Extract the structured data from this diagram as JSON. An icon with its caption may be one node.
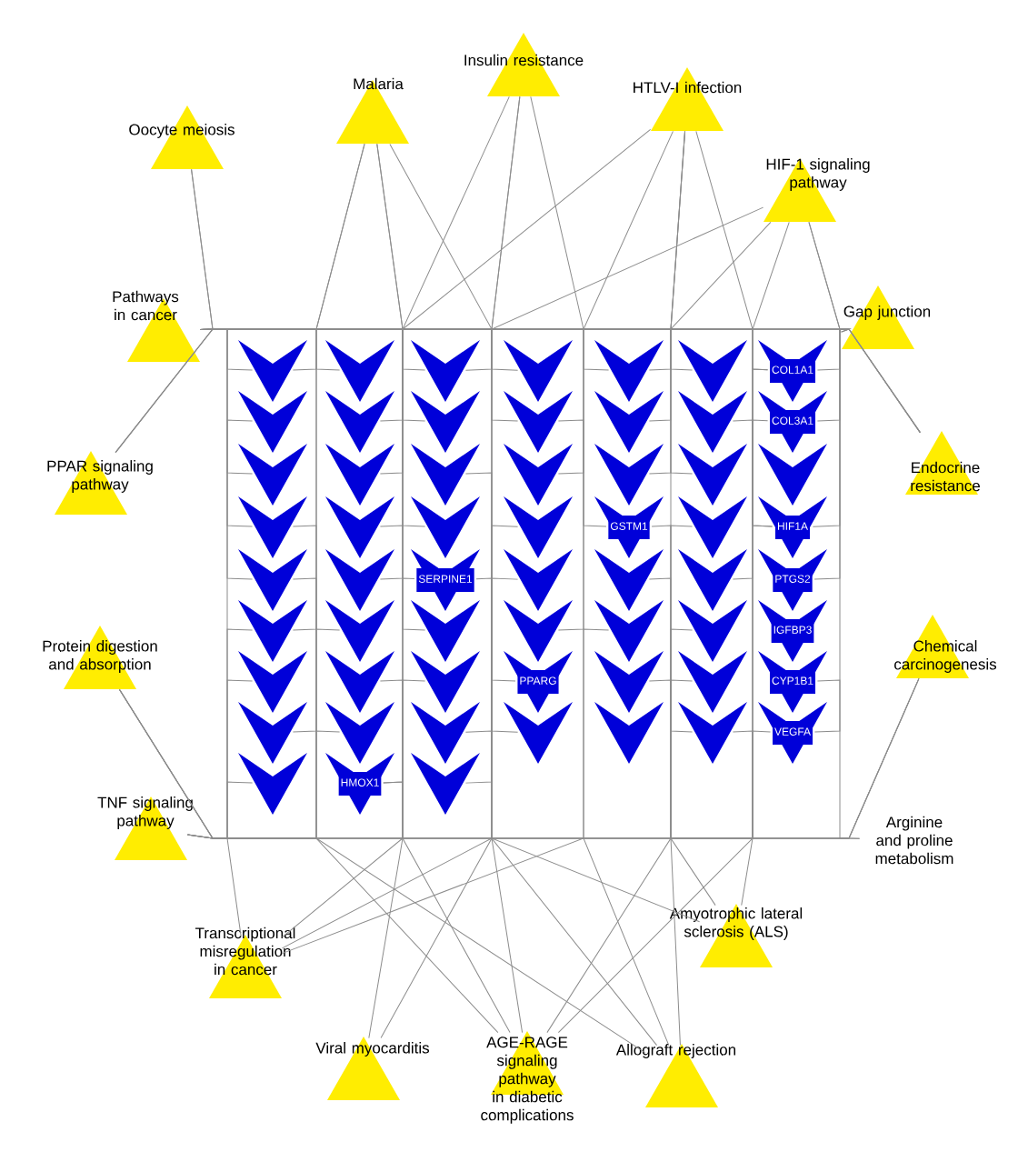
{
  "diagram": {
    "nodes": [
      {
        "text": [
          "Malaria"
        ]
      },
      {
        "text": [
          "Insulin resistance"
        ]
      },
      {
        "text": [
          "HTLV-I infection"
        ]
      },
      {
        "text": [
          "HIF-1 signaling pathway"
        ]
      },
      {
        "text": [
          "Oocyte meiosis"
        ]
      },
      {
        "text": [
          "Pathways in cancer"
        ]
      },
      {
        "text": [
          "Gap junction"
        ]
      },
      {
        "text": [
          "PPAR signaling pathway"
        ]
      },
      {
        "text": [
          "Endocrine resistance"
        ]
      },
      {
        "text": [
          "Protein digestion and absorption"
        ]
      },
      {
        "text": [
          "Chemical carcinogenesis"
        ]
      },
      {
        "text": [
          "TNF signaling pathway"
        ]
      },
      {
        "text": [
          "Arginine and proline metabolism"
        ]
      },
      {
        "text": [
          "Transcriptional misregulation in cancer"
        ]
      },
      {
        "text": [
          "Amyotrophic lateral sclerosis (ALS)"
        ]
      },
      {
        "text": [
          "Viral myocarditis"
        ]
      },
      {
        "text": [
          "AGE-RAGE signaling pathway in diabetic complications"
        ]
      },
      {
        "text": [
          "Allograft rejection"
        ]
      },
      {
        "text": [],
        "shape": "chevron"
      },
      {
        "text": [],
        "shape": "chevron"
      },
      {
        "text": [],
        "shape": "chevron"
      },
      {
        "text": [],
        "shape": "chevron"
      },
      {
        "text": [],
        "shape": "chevron"
      },
      {
        "text": [],
        "shape": "chevron"
      },
      {
        "text": [
          "COL1A1"
        ]
      },
      {
        "text": [],
        "shape": "chevron"
      },
      {
        "text": [],
        "shape": "chevron"
      },
      {
        "text": [],
        "shape": "chevron"
      },
      {
        "text": [],
        "shape": "chevron"
      },
      {
        "text": [],
        "shape": "chevron"
      },
      {
        "text": [],
        "shape": "chevron"
      },
      {
        "text": [
          "COL3A1"
        ]
      },
      {
        "text": [],
        "shape": "chevron"
      },
      {
        "text": [],
        "shape": "chevron"
      },
      {
        "text": [],
        "shape": "chevron"
      },
      {
        "text": [],
        "shape": "chevron"
      },
      {
        "text": [],
        "shape": "chevron"
      },
      {
        "text": [],
        "shape": "chevron"
      },
      {
        "text": [],
        "shape": "chevron"
      },
      {
        "text": [],
        "shape": "chevron"
      },
      {
        "text": [],
        "shape": "chevron"
      },
      {
        "text": [],
        "shape": "chevron"
      },
      {
        "text": [],
        "shape": "chevron"
      },
      {
        "text": [
          "GSTM1"
        ]
      },
      {
        "text": [],
        "shape": "chevron"
      },
      {
        "text": [
          "HIF1A"
        ]
      },
      {
        "text": [],
        "shape": "chevron"
      },
      {
        "text": [],
        "shape": "chevron"
      },
      {
        "text": [
          "SERPINE1"
        ]
      },
      {
        "text": [],
        "shape": "chevron"
      },
      {
        "text": [],
        "shape": "chevron"
      },
      {
        "text": [],
        "shape": "chevron"
      },
      {
        "text": [
          "PTGS2"
        ]
      },
      {
        "text": [],
        "shape": "chevron"
      },
      {
        "text": [],
        "shape": "chevron"
      },
      {
        "text": [],
        "shape": "chevron"
      },
      {
        "text": [],
        "shape": "chevron"
      },
      {
        "text": [],
        "shape": "chevron"
      },
      {
        "text": [],
        "shape": "chevron"
      },
      {
        "text": [
          "IGFBP3"
        ]
      },
      {
        "text": [],
        "shape": "chevron"
      },
      {
        "text": [],
        "shape": "chevron"
      },
      {
        "text": [],
        "shape": "chevron"
      },
      {
        "text": [
          "PPARG"
        ]
      },
      {
        "text": [],
        "shape": "chevron"
      },
      {
        "text": [],
        "shape": "chevron"
      },
      {
        "text": [
          "CYP1B1"
        ]
      },
      {
        "text": [],
        "shape": "chevron"
      },
      {
        "text": [],
        "shape": "chevron"
      },
      {
        "text": [],
        "shape": "chevron"
      },
      {
        "text": [],
        "shape": "chevron"
      },
      {
        "text": [],
        "shape": "chevron"
      },
      {
        "text": [],
        "shape": "chevron"
      },
      {
        "text": [
          "VEGFA"
        ]
      },
      {
        "text": [],
        "shape": "chevron"
      },
      {
        "text": [
          "HMOX1"
        ]
      },
      {
        "text": [],
        "shape": "chevron"
      }
    ],
    "edges": [
      {
        "from": 0,
        "to": 18,
        "arrow": "none"
      },
      {
        "from": 0,
        "to": 33,
        "arrow": "none"
      },
      {
        "from": 0,
        "to": 55,
        "arrow": "none"
      },
      {
        "from": 0,
        "to": 28,
        "arrow": "none"
      },
      {
        "from": 0,
        "to": 67,
        "arrow": "none"
      },
      {
        "from": 1,
        "to": 20,
        "arrow": "none"
      },
      {
        "from": 1,
        "to": 43,
        "arrow": "none"
      },
      {
        "from": 1,
        "to": 70,
        "arrow": "none"
      },
      {
        "from": 1,
        "to": 75,
        "arrow": "none"
      },
      {
        "from": 2,
        "to": 22,
        "arrow": "none"
      },
      {
        "from": 2,
        "to": 37,
        "arrow": "none"
      },
      {
        "from": 2,
        "to": 45,
        "arrow": "none"
      },
      {
        "from": 2,
        "to": 56,
        "arrow": "none"
      },
      {
        "from": 2,
        "to": 47,
        "arrow": "none"
      },
      {
        "from": 2,
        "to": 72,
        "arrow": "none"
      },
      {
        "from": 3,
        "to": 45,
        "arrow": "none"
      },
      {
        "from": 3,
        "to": 73,
        "arrow": "none"
      },
      {
        "from": 3,
        "to": 29,
        "arrow": "none"
      },
      {
        "from": 3,
        "to": 51,
        "arrow": "none"
      },
      {
        "from": 3,
        "to": 76,
        "arrow": "none"
      },
      {
        "from": 4,
        "to": 32,
        "arrow": "none"
      },
      {
        "from": 4,
        "to": 27,
        "arrow": "none"
      },
      {
        "from": 5,
        "to": 18,
        "arrow": "none"
      },
      {
        "from": 5,
        "to": 19,
        "arrow": "none"
      },
      {
        "from": 5,
        "to": 20,
        "arrow": "none"
      },
      {
        "from": 5,
        "to": 21,
        "arrow": "none"
      },
      {
        "from": 5,
        "to": 22,
        "arrow": "none"
      },
      {
        "from": 5,
        "to": 23,
        "arrow": "none"
      },
      {
        "from": 5,
        "to": 24,
        "arrow": "none"
      },
      {
        "from": 5,
        "to": 39,
        "arrow": "none"
      },
      {
        "from": 5,
        "to": 45,
        "arrow": "none"
      },
      {
        "from": 6,
        "to": 24,
        "arrow": "none"
      },
      {
        "from": 6,
        "to": 35,
        "arrow": "none"
      },
      {
        "from": 6,
        "to": 26,
        "arrow": "none"
      },
      {
        "from": 7,
        "to": 46,
        "arrow": "none"
      },
      {
        "from": 7,
        "to": 63,
        "arrow": "none"
      },
      {
        "from": 7,
        "to": 41,
        "arrow": "none"
      },
      {
        "from": 8,
        "to": 31,
        "arrow": "none"
      },
      {
        "from": 8,
        "to": 52,
        "arrow": "none"
      },
      {
        "from": 8,
        "to": 36,
        "arrow": "none"
      },
      {
        "from": 8,
        "to": 53,
        "arrow": "none"
      },
      {
        "from": 9,
        "to": 53,
        "arrow": "none"
      },
      {
        "from": 9,
        "to": 24,
        "arrow": "none"
      },
      {
        "from": 9,
        "to": 31,
        "arrow": "none"
      },
      {
        "from": 9,
        "to": 54,
        "arrow": "none"
      },
      {
        "from": 10,
        "to": 66,
        "arrow": "none"
      },
      {
        "from": 10,
        "to": 43,
        "arrow": "none"
      },
      {
        "from": 10,
        "to": 61,
        "arrow": "none"
      },
      {
        "from": 11,
        "to": 60,
        "arrow": "none"
      },
      {
        "from": 11,
        "to": 68,
        "arrow": "none"
      },
      {
        "from": 11,
        "to": 48,
        "arrow": "none"
      },
      {
        "from": 11,
        "to": 58,
        "arrow": "none"
      },
      {
        "from": 11,
        "to": 74,
        "arrow": "none"
      },
      {
        "from": 12,
        "to": 72,
        "arrow": "none"
      },
      {
        "from": 12,
        "to": 50,
        "arrow": "none"
      },
      {
        "from": 13,
        "to": 25,
        "arrow": "none"
      },
      {
        "from": 13,
        "to": 62,
        "arrow": "none"
      },
      {
        "from": 13,
        "to": 57,
        "arrow": "none"
      },
      {
        "from": 13,
        "to": 42,
        "arrow": "none"
      },
      {
        "from": 14,
        "to": 30,
        "arrow": "none"
      },
      {
        "from": 14,
        "to": 34,
        "arrow": "none"
      },
      {
        "from": 14,
        "to": 64,
        "arrow": "none"
      },
      {
        "from": 15,
        "to": 40,
        "arrow": "none"
      },
      {
        "from": 15,
        "to": 49,
        "arrow": "none"
      },
      {
        "from": 16,
        "to": 48,
        "arrow": "none"
      },
      {
        "from": 16,
        "to": 73,
        "arrow": "none"
      },
      {
        "from": 16,
        "to": 39,
        "arrow": "none"
      },
      {
        "from": 16,
        "to": 44,
        "arrow": "none"
      },
      {
        "from": 16,
        "to": 75,
        "arrow": "none"
      },
      {
        "from": 17,
        "to": 28,
        "arrow": "none"
      },
      {
        "from": 17,
        "to": 65,
        "arrow": "none"
      },
      {
        "from": 17,
        "to": 69,
        "arrow": "none"
      },
      {
        "from": 17,
        "to": 46,
        "arrow": "none"
      }
    ]
  }
}
